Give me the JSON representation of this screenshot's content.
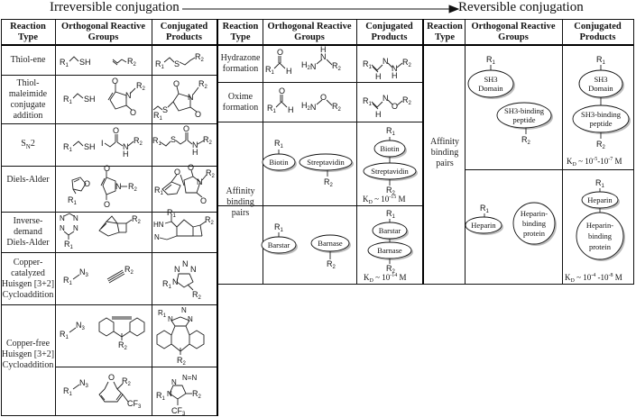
{
  "titles": {
    "irreversible": "Irreversible conjugation",
    "reversible": "Reversible conjugation"
  },
  "headers": {
    "reaction_type": "Reaction Type",
    "reaction_type_l1": "Reaction",
    "reaction_type_l2": "Type",
    "groups_l1": "Orthogonal Reactive",
    "groups_l2": "Groups",
    "products_l1": "Conjugated",
    "products_l2": "Products"
  },
  "irreversible_panel1": {
    "rows": [
      {
        "reaction_type": [
          "Thiol-ene"
        ],
        "groups": [
          "R1-CH2-SH",
          "CH2=CH-R2"
        ],
        "product": "R1-CH2-S-CH2-CH2-R2"
      },
      {
        "reaction_type": [
          "Thiol-",
          "maleimide",
          "conjugate",
          "addition"
        ],
        "groups": [
          "R1-CH2-SH",
          "N-R2 maleimide"
        ],
        "product": "R1-CH2-S-succinimide-N-R2"
      },
      {
        "reaction_type_html": "S<sub>N</sub>2",
        "groups": [
          "R1-CH2-SH",
          "I-CH2-C(=O)-NH-R2"
        ],
        "product": "R1-CH2-S-CH2-C(=O)-NH-R2"
      },
      {
        "reaction_type": [
          "Diels-Alder"
        ],
        "groups": [
          "R1-furan",
          "N-R2 maleimide"
        ],
        "product": "oxanorbornene adduct"
      },
      {
        "reaction_type": [
          "Inverse-",
          "demand",
          "Diels-Alder"
        ],
        "groups": [
          "R1-tetrazine",
          "R2-norbornene"
        ],
        "product": "dihydropyridazine adduct"
      },
      {
        "reaction_type": [
          "Copper-",
          "catalyzed",
          "Huisgen [3+2]",
          "Cycloaddition"
        ],
        "groups": [
          "R1-N3",
          "HC≡C-R2"
        ],
        "product": "1,2,3-triazole"
      },
      {
        "reaction_type": [
          "Copper-free",
          "Huisgen [3+2]",
          "Cycloaddition"
        ],
        "groups": [
          "R1-N3",
          "R2-dibenzocyclooctyne",
          "R1-N3",
          "R2/CF3 oxanorbornadiene"
        ],
        "product": "triazoles"
      }
    ]
  },
  "irreversible_panel2": {
    "rows": [
      {
        "reaction_type": [
          "Hydrazone",
          "formation"
        ],
        "groups": [
          "R1-CHO",
          "H2N-NH-R2"
        ],
        "product": "R1-CH=N-NH-R2"
      },
      {
        "reaction_type": [
          "Oxime",
          "formation"
        ],
        "groups": [
          "R1-CHO",
          "H2N-O-R2"
        ],
        "product": "R1-CH=N-O-R2"
      },
      {
        "reaction_type": [
          "Affinity",
          "binding",
          "pairs"
        ],
        "pairs": [
          {
            "a": "Biotin",
            "b": "Streptavidin",
            "kd": "KD ~ 10-15 M",
            "kd_base": "K",
            "kd_sub": "D",
            "kd_mid": " ~ 10",
            "kd_exp": "-15",
            "kd_unit": " M"
          },
          {
            "a": "Barstar",
            "b": "Barnase",
            "kd": "KD ~ 10-14 M",
            "kd_base": "K",
            "kd_sub": "D",
            "kd_mid": " ~ 10",
            "kd_exp": "-14",
            "kd_unit": " M"
          }
        ]
      }
    ]
  },
  "reversible_panel": {
    "reaction_type": [
      "Affinity",
      "binding",
      "pairs"
    ],
    "pairs": [
      {
        "a_l1": "SH3",
        "a_l2": "Domain",
        "b_l1": "SH3-binding",
        "b_l2": "peptide",
        "kd_base": "K",
        "kd_sub": "D",
        "kd_mid": " ~ 10",
        "kd_exp1": "-5",
        "kd_mid2": "-10",
        "kd_exp2": "-7",
        "kd_unit": " M"
      },
      {
        "a": "Heparin",
        "b_l1": "Heparin-",
        "b_l2": "binding",
        "b_l3": "protein",
        "kd_base": "K",
        "kd_sub": "D",
        "kd_mid": " ~ 10",
        "kd_exp1": "-4",
        "kd_mid2": " -10",
        "kd_exp2": "-8",
        "kd_unit": " M"
      }
    ]
  },
  "labels": {
    "R1": "R",
    "R2": "R",
    "one": "1",
    "two": "2",
    "SH": "SH",
    "S": "S",
    "N": "N",
    "O": "O",
    "H": "H",
    "I": "I",
    "N3": "N",
    "three": "3",
    "H2N": "H",
    "HN": "HN",
    "CF3": "CF",
    "NN": "N=N"
  }
}
